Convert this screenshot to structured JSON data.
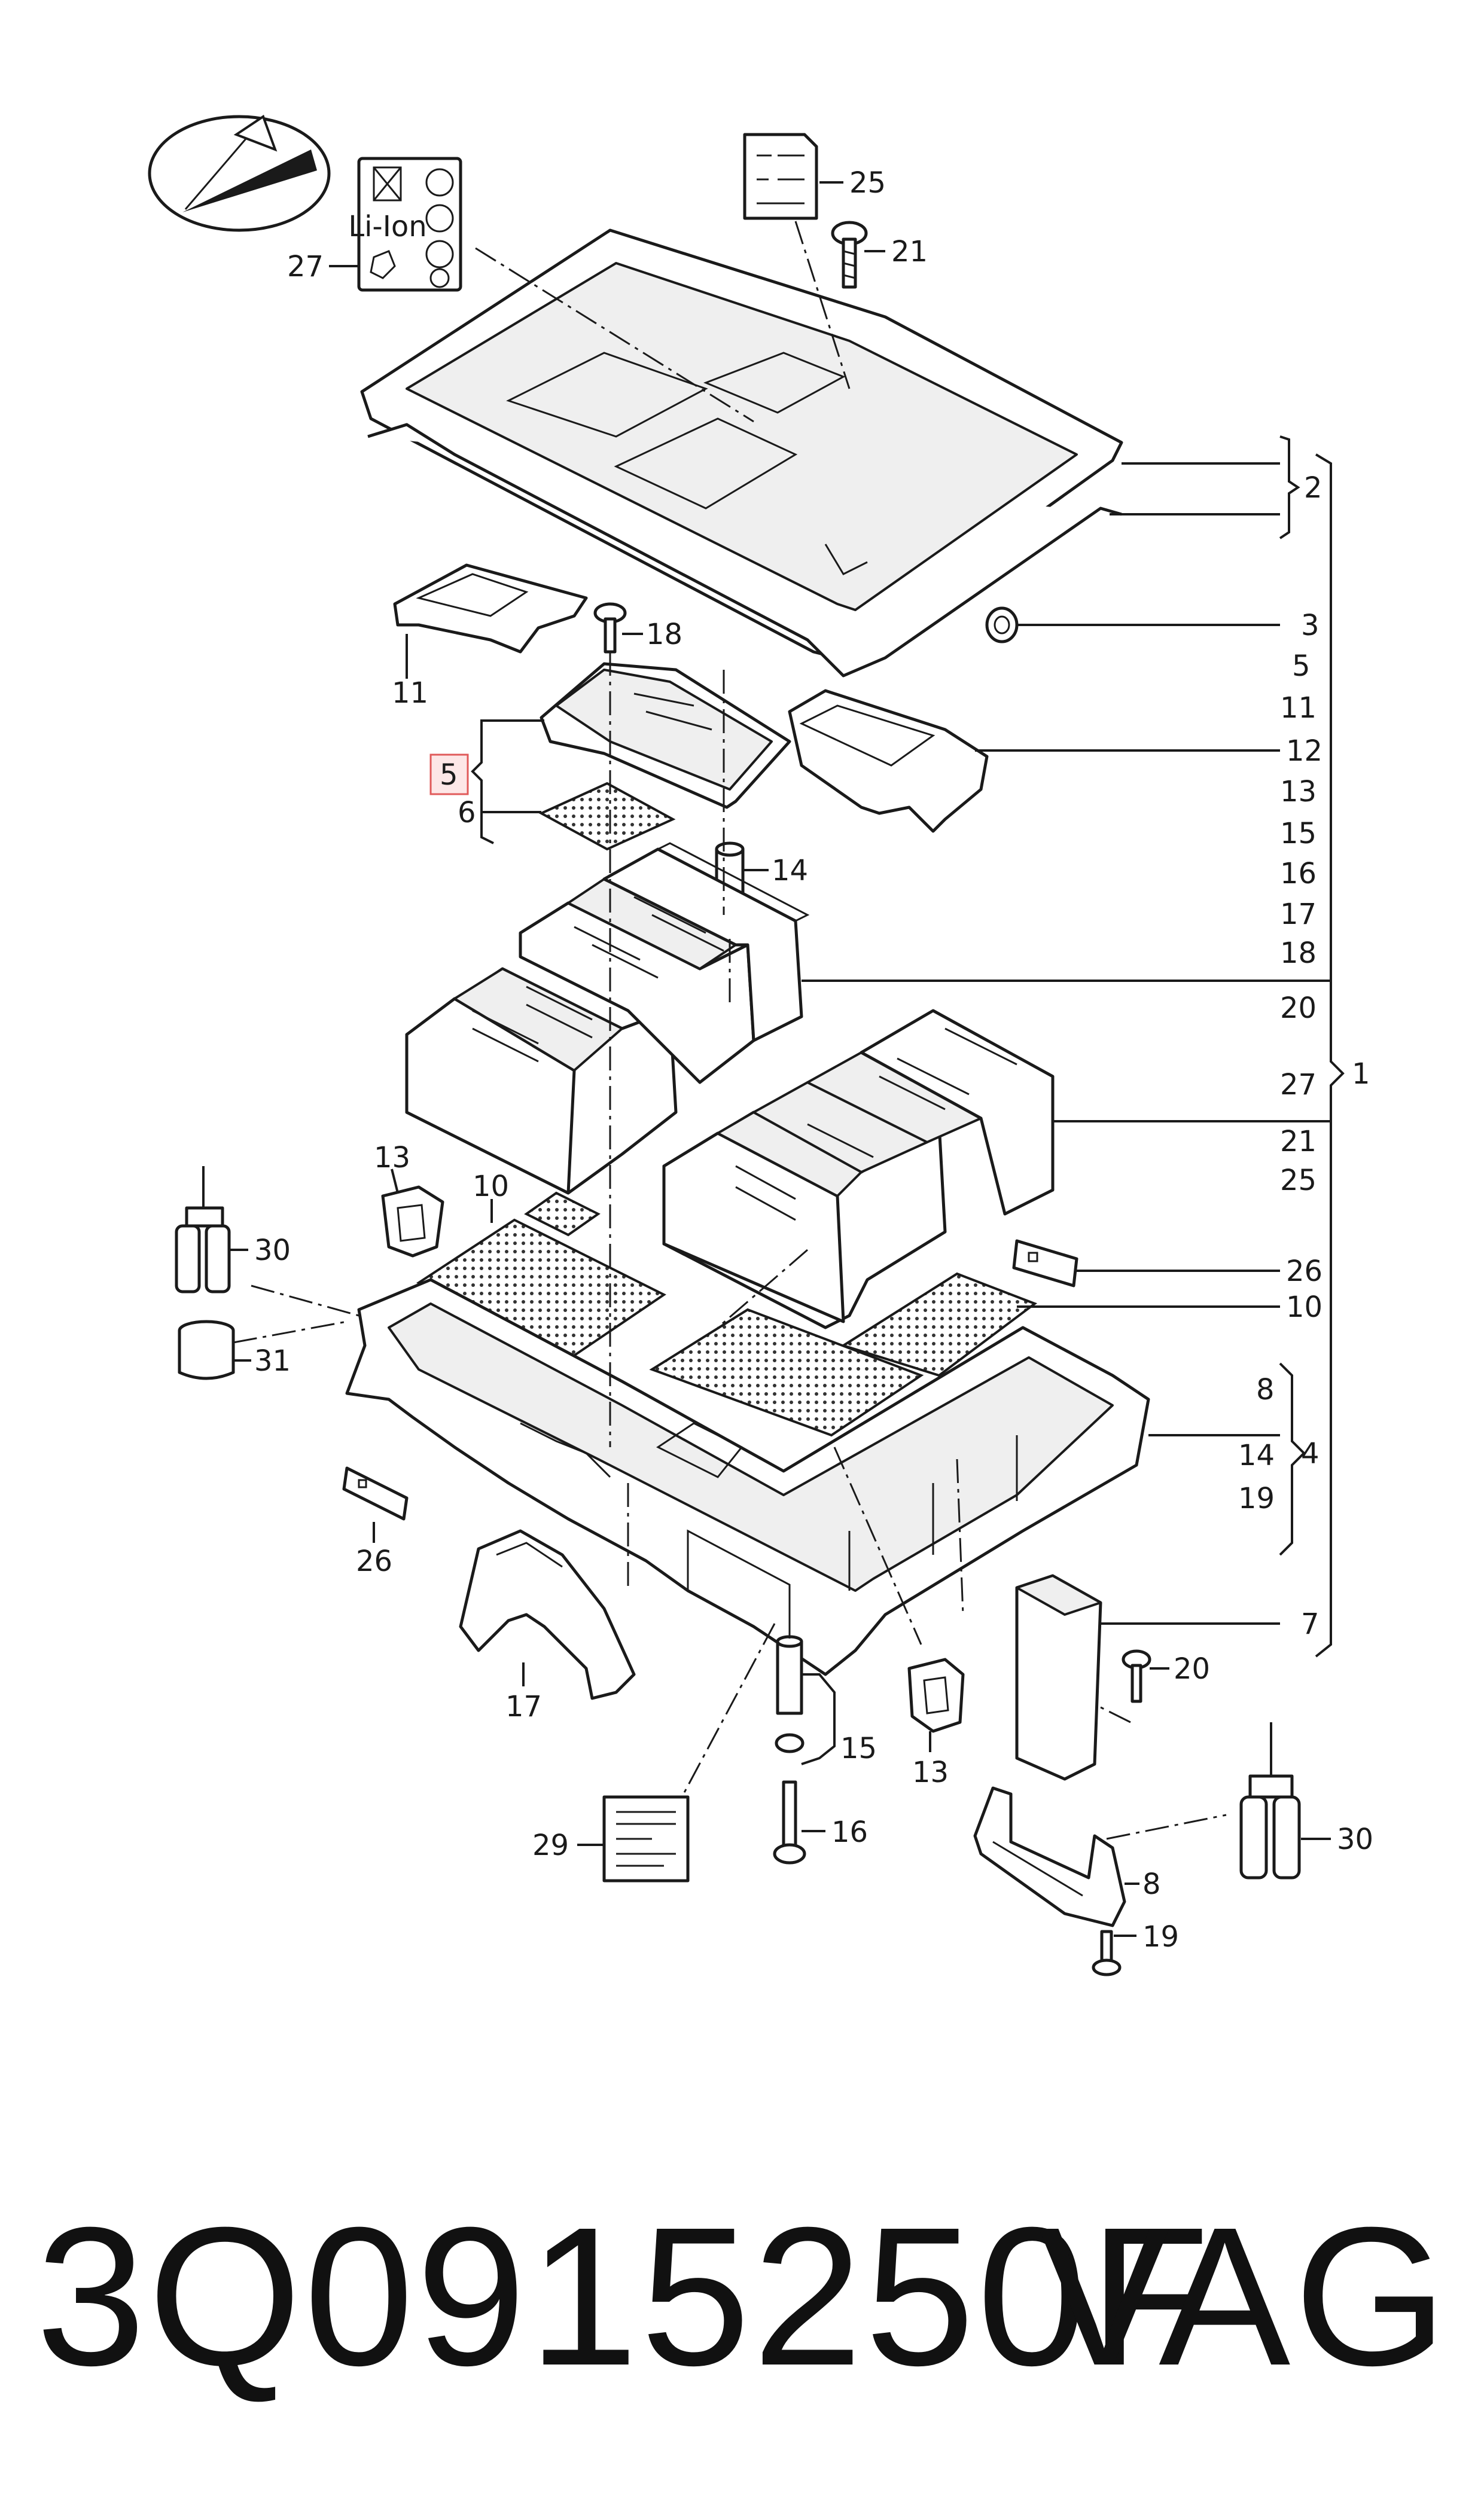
{
  "callouts": {
    "c27": "27",
    "c25": "25",
    "c21": "21",
    "c2": "2",
    "c3": "3",
    "c18": "18",
    "c11": "11",
    "c12": "12",
    "c5": "5",
    "c6": "6",
    "c14": "14",
    "c13a": "13",
    "c10a": "10",
    "c30a": "30",
    "c31": "31",
    "c26a": "26",
    "c26b": "26",
    "c10b": "10",
    "c17": "17",
    "c29": "29",
    "c15": "15",
    "c16": "16",
    "c13b": "13",
    "c20": "20",
    "c7": "7",
    "c30b": "30",
    "c8": "8",
    "c19": "19",
    "c1": "1",
    "c4": "4"
  },
  "list_1": [
    "5",
    "11",
    "12",
    "13",
    "15",
    "16",
    "17",
    "18",
    "20",
    "27",
    "21",
    "25",
    "26",
    "10",
    "7"
  ],
  "list_4": [
    "8",
    "14",
    "19"
  ],
  "label_27": {
    "text": "Li-Ion"
  },
  "footer": {
    "part_number": "3Q0915250F",
    "brand": "VAG"
  },
  "colors": {
    "highlight_border": "#e05a5a",
    "highlight_fill": "#fde7e7",
    "ink": "#1a1a1a"
  }
}
